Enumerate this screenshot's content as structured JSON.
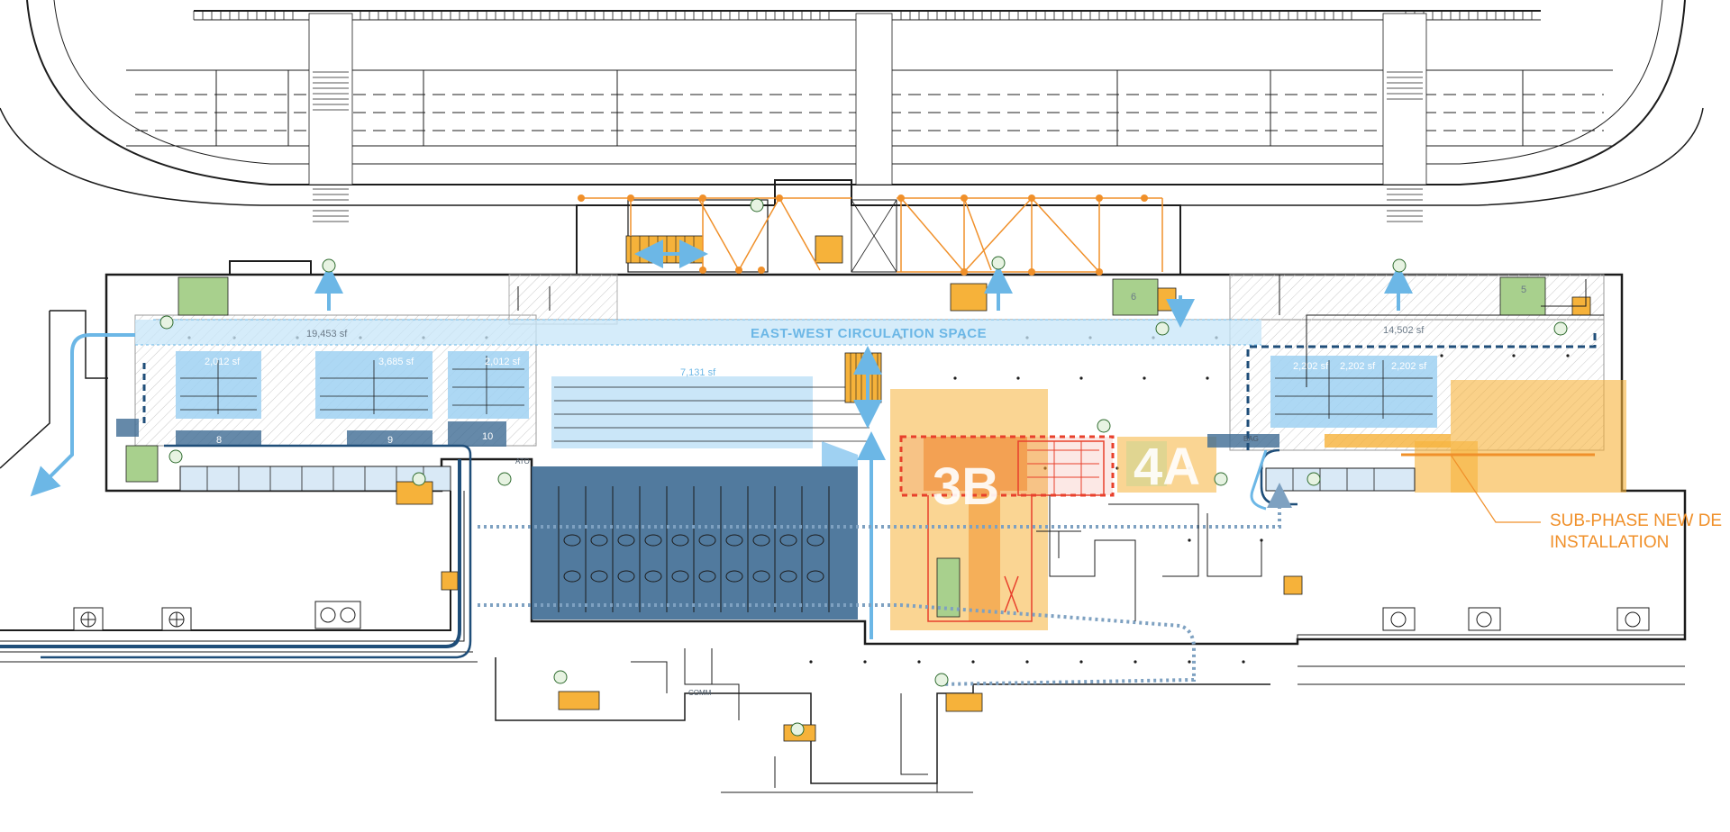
{
  "labels": {
    "circulation": "EAST-WEST CIRCULATION SPACE",
    "phase_3b": "3B",
    "phase_4a": "4A",
    "callout_line1": "SUB-PHASE NEW DE",
    "callout_line2": "INSTALLATION",
    "ato": "ATO",
    "bag": "BAG",
    "comm": "COMM"
  },
  "areas": {
    "west_total": "19,453 sf",
    "east_total": "14,502 sf",
    "center_total": "7,131 sf",
    "block_a": "2,012 sf",
    "block_b": "3,685 sf",
    "block_c": "2,012 sf",
    "block_d": "2,202 sf",
    "block_e": "2,202 sf",
    "block_f": "2,202 sf"
  },
  "gates": {
    "g8": "8",
    "g9": "9",
    "g10": "10",
    "g6": "6",
    "g5": "5"
  },
  "colors": {
    "line": "#1c1c1c",
    "phase_orange": "#f6b23a",
    "phase_red": "#e8402c",
    "circ_blue": "#9fd1f2",
    "arrow_blue": "#6cb7e6",
    "dark_blue": "#3e6c94",
    "navy": "#1f4e79",
    "green": "#a8d08d",
    "accent_orange": "#f0902a"
  },
  "icons": [
    "elevator-icon",
    "escalator-icon",
    "stair-icon",
    "fan-icon",
    "circulation-arrow-icon"
  ]
}
